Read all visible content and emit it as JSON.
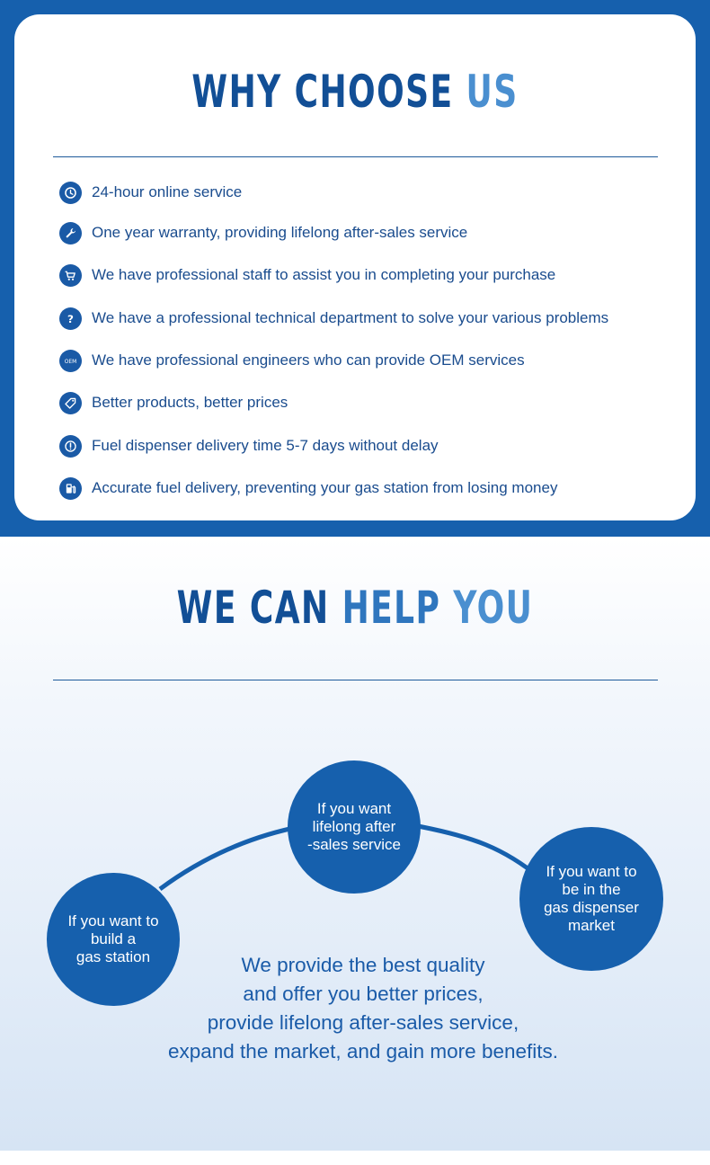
{
  "why": {
    "title_part1": "WHY",
    "title_part2": "CHOOSE",
    "title_part3": "US",
    "features": [
      {
        "icon": "clock-icon",
        "label": "24-hour online service"
      },
      {
        "icon": "wrench-icon",
        "label": "One year warranty, providing lifelong after-sales service"
      },
      {
        "icon": "cart-icon",
        "label": "We have professional staff to assist you in completing your purchase"
      },
      {
        "icon": "question-icon",
        "label": "We have a professional technical department to solve your various problems"
      },
      {
        "icon": "oem-icon",
        "label": "We have professional engineers who can provide OEM services"
      },
      {
        "icon": "price-tag-icon",
        "label": "Better products, better prices"
      },
      {
        "icon": "alert-icon",
        "label": "Fuel dispenser delivery time 5-7 days without delay"
      },
      {
        "icon": "fuel-pump-icon",
        "label": "Accurate fuel delivery, preventing your gas station from losing money"
      }
    ],
    "oem_icon_text": "OEM"
  },
  "help": {
    "title_part1": "WE",
    "title_part2": "CAN",
    "title_part3": "HELP",
    "title_part4": "YOU",
    "circles": [
      "If you want to\nbuild a\ngas station",
      "If you want\nlifelong after\n-sales service",
      "If you want to\nbe in the\ngas dispenser\nmarket"
    ],
    "provide_lines": [
      "We provide the best quality",
      "and offer you better prices,",
      "provide lifelong after-sales service,",
      "expand the market, and gain more benefits."
    ]
  },
  "colors": {
    "brand_blue": "#1660ad",
    "title_dark": "#124f96",
    "title_light": "#4a8fd0",
    "text_blue": "#1a4c8e"
  }
}
